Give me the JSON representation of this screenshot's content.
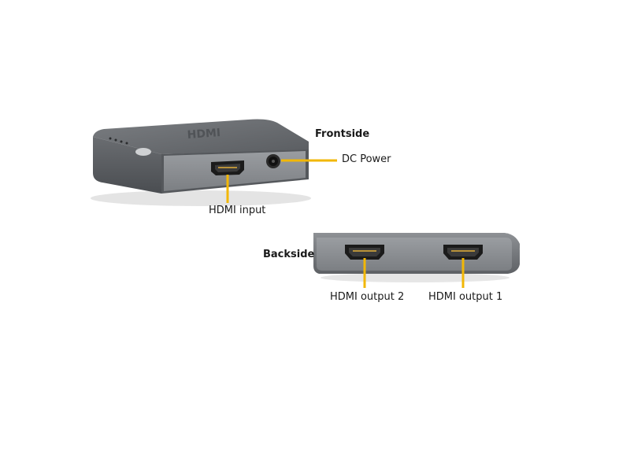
{
  "front": {
    "heading": "Frontside",
    "logo_text": "HDMI",
    "callouts": {
      "dc_power": "DC Power",
      "hdmi_input": "HDMI input"
    }
  },
  "back": {
    "heading": "Backside",
    "callouts": {
      "hdmi_output_2": "HDMI output 2",
      "hdmi_output_1": "HDMI output 1"
    }
  },
  "colors": {
    "callout_line": "#f2b705",
    "device_body": "#5c5f63",
    "device_top": "#6e7175",
    "device_panel": "#8a8d91",
    "port": "#1b1b1b"
  }
}
